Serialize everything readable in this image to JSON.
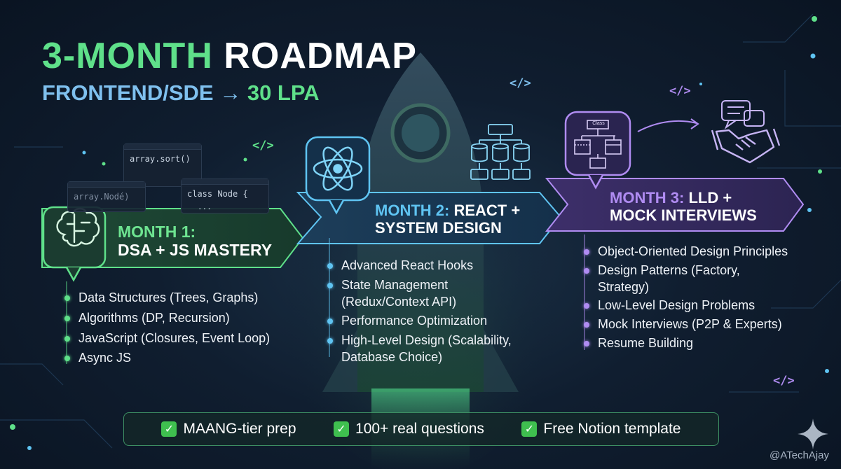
{
  "title": {
    "accent": "3-MONTH",
    "main": "ROADMAP"
  },
  "subtitle": {
    "role": "FRONTEND/SDE",
    "arrow": "→",
    "package": "30 LPA"
  },
  "code_snippets": [
    "array.sort()",
    "array.Nodé)",
    "class Node {",
    "..."
  ],
  "code_tags": [
    "</>",
    "</>",
    "</>",
    "</>"
  ],
  "diagram_labels": {
    "class_box": "Class"
  },
  "months": [
    {
      "label_accent": "MONTH 1:",
      "label_main": "DSA + JS MASTERY",
      "icon": "brain-circuit-icon",
      "items": [
        "Data Structures (Trees, Graphs)",
        "Algorithms (DP, Recursion)",
        "JavaScript (Closures, Event Loop)",
        "Async JS"
      ]
    },
    {
      "label_accent": "MONTH 2:",
      "label_main_1": "REACT +",
      "label_main_2": "SYSTEM DESIGN",
      "icon": "react-atom-icon",
      "items": [
        "Advanced React Hooks",
        "State Management",
        "(Redux/Context API)",
        "Performance Optimization",
        "High-Level Design (Scalability,",
        "Database Choice)"
      ]
    },
    {
      "label_accent": "MONTH 3:",
      "label_main_1": "LLD +",
      "label_main_2": "MOCK INTERVIEWS",
      "icon": "class-diagram-icon",
      "items": [
        "Object-Oriented Design Principles",
        "Design Patterns (Factory,",
        "Strategy)",
        "Low-Level Design Problems",
        "Mock Interviews (P2P & Experts)",
        "Resume Building"
      ]
    }
  ],
  "highlights": [
    "MAANG-tier prep",
    "100+ real questions",
    "Free Notion template"
  ],
  "check_glyph": "✓",
  "handle": "@ATechAjay",
  "colors": {
    "green": "#5fe08a",
    "blue": "#5fc4f2",
    "purple": "#b08cf2",
    "background": "#101e30"
  }
}
